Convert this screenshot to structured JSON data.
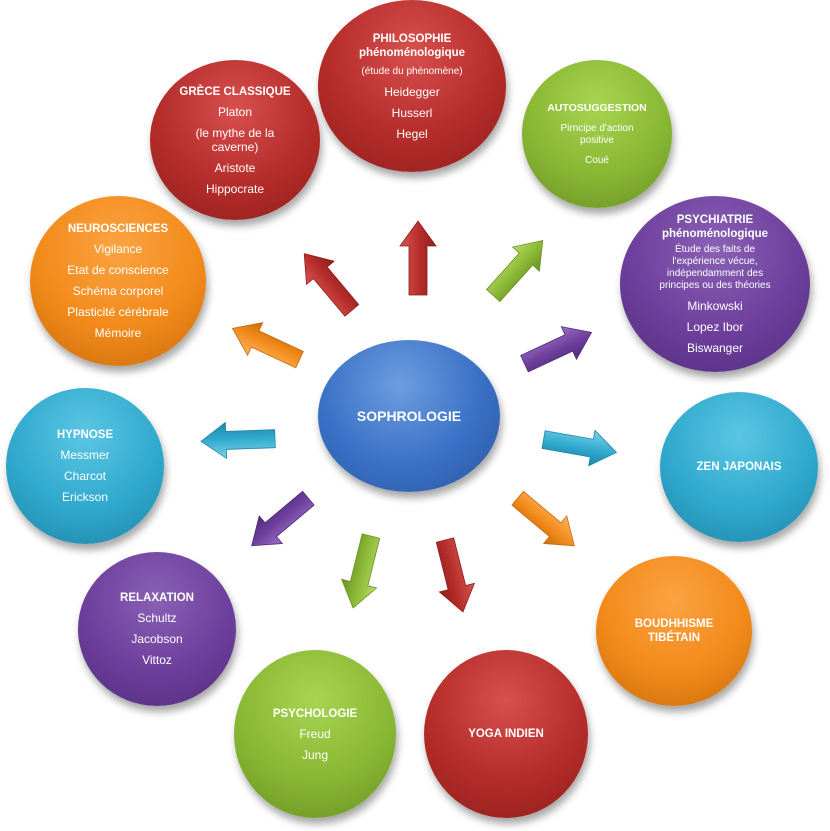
{
  "center": {
    "title": "SOPHROLOGIE",
    "color": "#3a71c6"
  },
  "nodes": {
    "philosophie": {
      "title_1": "PHILOSOPHIE",
      "title_2": "phénoménologique",
      "subtitle": "(étude du phénomène)",
      "items": [
        "Heidegger",
        "Husserl",
        "Hegel"
      ],
      "color": "#b52d2a"
    },
    "autosuggestion": {
      "title": "AUTOSUGGESTION",
      "subtitle_1": "Pirncipe d'action",
      "subtitle_2": "positive",
      "items": [
        "Coué"
      ],
      "color": "#88b734"
    },
    "psychiatrie": {
      "title_1": "PSYCHIATRIE",
      "title_2": "phénoménologique",
      "desc": [
        "Étude des faits de",
        "l'expérience vécue,",
        "indépendamment des",
        "principes ou des théories"
      ],
      "items": [
        "Minkowski",
        "Lopez Ibor",
        "Biswanger"
      ],
      "color": "#6d3f9c"
    },
    "zen": {
      "title": "ZEN JAPONAIS",
      "color": "#2fa9cd"
    },
    "bouddhisme": {
      "title_1": "BOUDHHISME",
      "title_2": "TIBÉTAIN",
      "color": "#f28a1a"
    },
    "yoga": {
      "title": "YOGA INDIEN",
      "color": "#b52d2a"
    },
    "psychologie": {
      "title": "PSYCHOLOGIE",
      "items": [
        "Freud",
        "Jung"
      ],
      "color": "#88b734"
    },
    "relaxation": {
      "title": "RELAXATION",
      "items": [
        "Schultz",
        "Jacobson",
        "Vittoz"
      ],
      "color": "#6d3f9c"
    },
    "hypnose": {
      "title": "HYPNOSE",
      "items": [
        "Messmer",
        "Charcot",
        "Erickson"
      ],
      "color": "#2fa9cd"
    },
    "neurosciences": {
      "title": "NEUROSCIENCES",
      "items": [
        "Vigilance",
        "Etat de conscience",
        "Schéma corporel",
        "Plasticité cérébrale",
        "Mémoire"
      ],
      "color": "#f28a1a"
    },
    "grece": {
      "title": "GRÈCE CLASSIQUE",
      "items": [
        "Platon",
        "(le mythe de la",
        "caverne)",
        "Aristote",
        "Hippocrate"
      ],
      "color": "#b52d2a"
    }
  }
}
